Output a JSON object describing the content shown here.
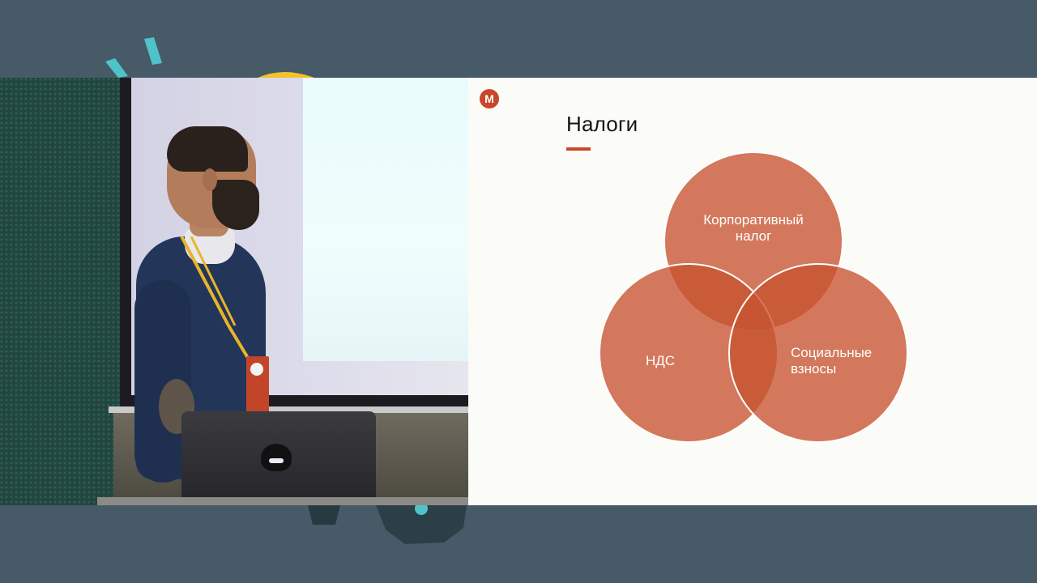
{
  "slide": {
    "logo_letter": "М",
    "title": "Налоги",
    "venn": {
      "circles": [
        {
          "label_lines": [
            "Корпоративный",
            "налог"
          ],
          "color": "#c8532f"
        },
        {
          "label_lines": [
            "НДС"
          ],
          "color": "#c8532f"
        },
        {
          "label_lines": [
            "Социальные",
            "взносы"
          ],
          "color": "#c8532f"
        }
      ]
    }
  },
  "colors": {
    "background": "#465b67",
    "accent": "#c8472a",
    "slide_background": "#fbfbf8"
  }
}
